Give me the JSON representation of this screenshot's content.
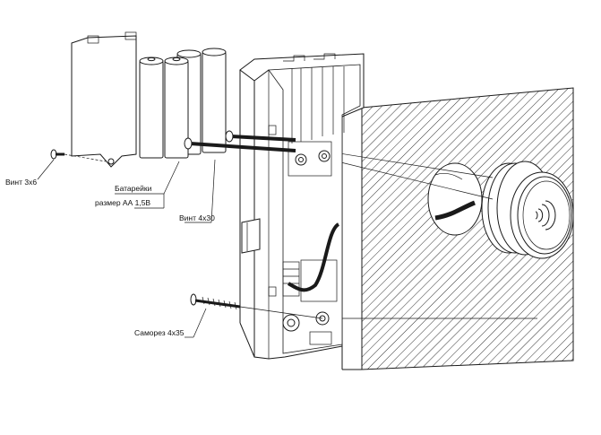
{
  "labels": {
    "screw_3x6": "Винт 3х6",
    "batteries_line1": "Батарейки",
    "batteries_line2": "размер АА 1,5В",
    "screw_4x30": "Винт 4х30",
    "self_tapping_screw": "Саморез 4х35"
  },
  "colors": {
    "line": "#1a1a1a",
    "hatch": "#1a1a1a",
    "background": "#ffffff"
  },
  "icons": [
    "contactless-reader-icon"
  ]
}
